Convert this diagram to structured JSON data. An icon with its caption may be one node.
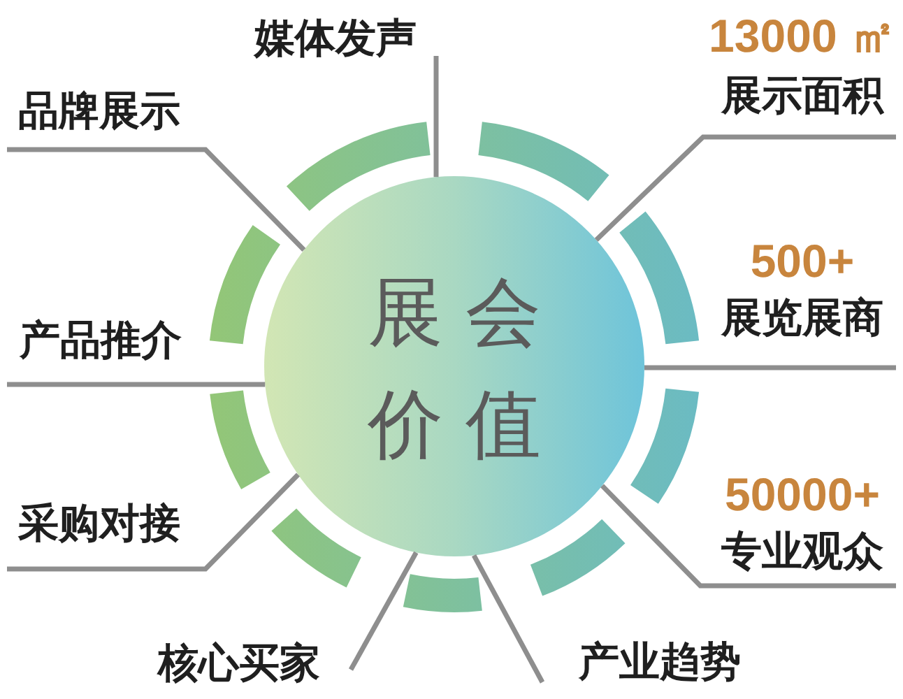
{
  "diagram": {
    "nodes": [
      {
        "text": [
          "展会价值"
        ]
      },
      {
        "text": [
          "媒体发声"
        ]
      },
      {
        "text": [
          "13000 ㎡",
          "展示面积"
        ]
      },
      {
        "text": [
          "500+",
          "展览展商"
        ]
      },
      {
        "text": [
          "50000+",
          "专业观众"
        ]
      },
      {
        "text": [
          "产业趋势"
        ]
      },
      {
        "text": [
          "核心买家"
        ]
      },
      {
        "text": [
          "采购对接"
        ]
      },
      {
        "text": [
          "产品推介"
        ]
      },
      {
        "text": [
          "品牌展示"
        ]
      }
    ],
    "edges": [
      {
        "from": 1,
        "to": 0,
        "arrow": "none"
      },
      {
        "from": 2,
        "to": 0,
        "arrow": "none"
      },
      {
        "from": 3,
        "to": 0,
        "arrow": "none"
      },
      {
        "from": 4,
        "to": 0,
        "arrow": "none"
      },
      {
        "from": 5,
        "to": 0,
        "arrow": "none"
      },
      {
        "from": 6,
        "to": 0,
        "arrow": "none"
      },
      {
        "from": 7,
        "to": 0,
        "arrow": "none"
      },
      {
        "from": 8,
        "to": 0,
        "arrow": "none"
      },
      {
        "from": 9,
        "to": 0,
        "arrow": "none"
      }
    ]
  }
}
